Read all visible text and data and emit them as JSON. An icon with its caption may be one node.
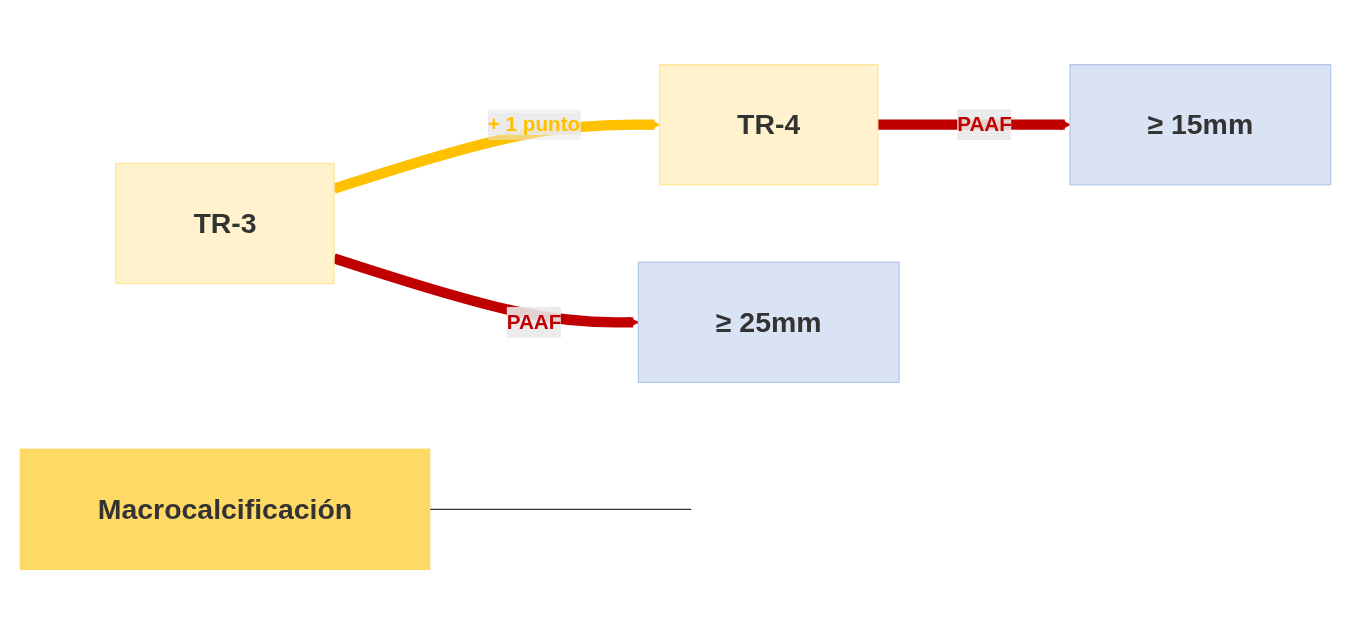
{
  "diagram": {
    "nodes": [
      {
        "text": [
          "Macrocalcificación"
        ]
      },
      {
        "text": [
          "TR-3"
        ]
      },
      {
        "text": [
          "TR-4"
        ]
      },
      {
        "text": [
          "≥ 25mm"
        ]
      },
      {
        "text": [
          "≥ 15mm"
        ]
      }
    ],
    "edges": [
      {
        "from": 0,
        "to": null,
        "arrow": "none",
        "color": "#333333"
      },
      {
        "from": 1,
        "to": 2,
        "arrow": "to",
        "label": "+ 1 punto",
        "color": "#ffc000"
      },
      {
        "from": 1,
        "to": 3,
        "arrow": "to",
        "label": "PAAF",
        "color": "#c00000"
      },
      {
        "from": 2,
        "to": 4,
        "arrow": "to",
        "label": "PAAF",
        "color": "#c00000"
      }
    ]
  }
}
